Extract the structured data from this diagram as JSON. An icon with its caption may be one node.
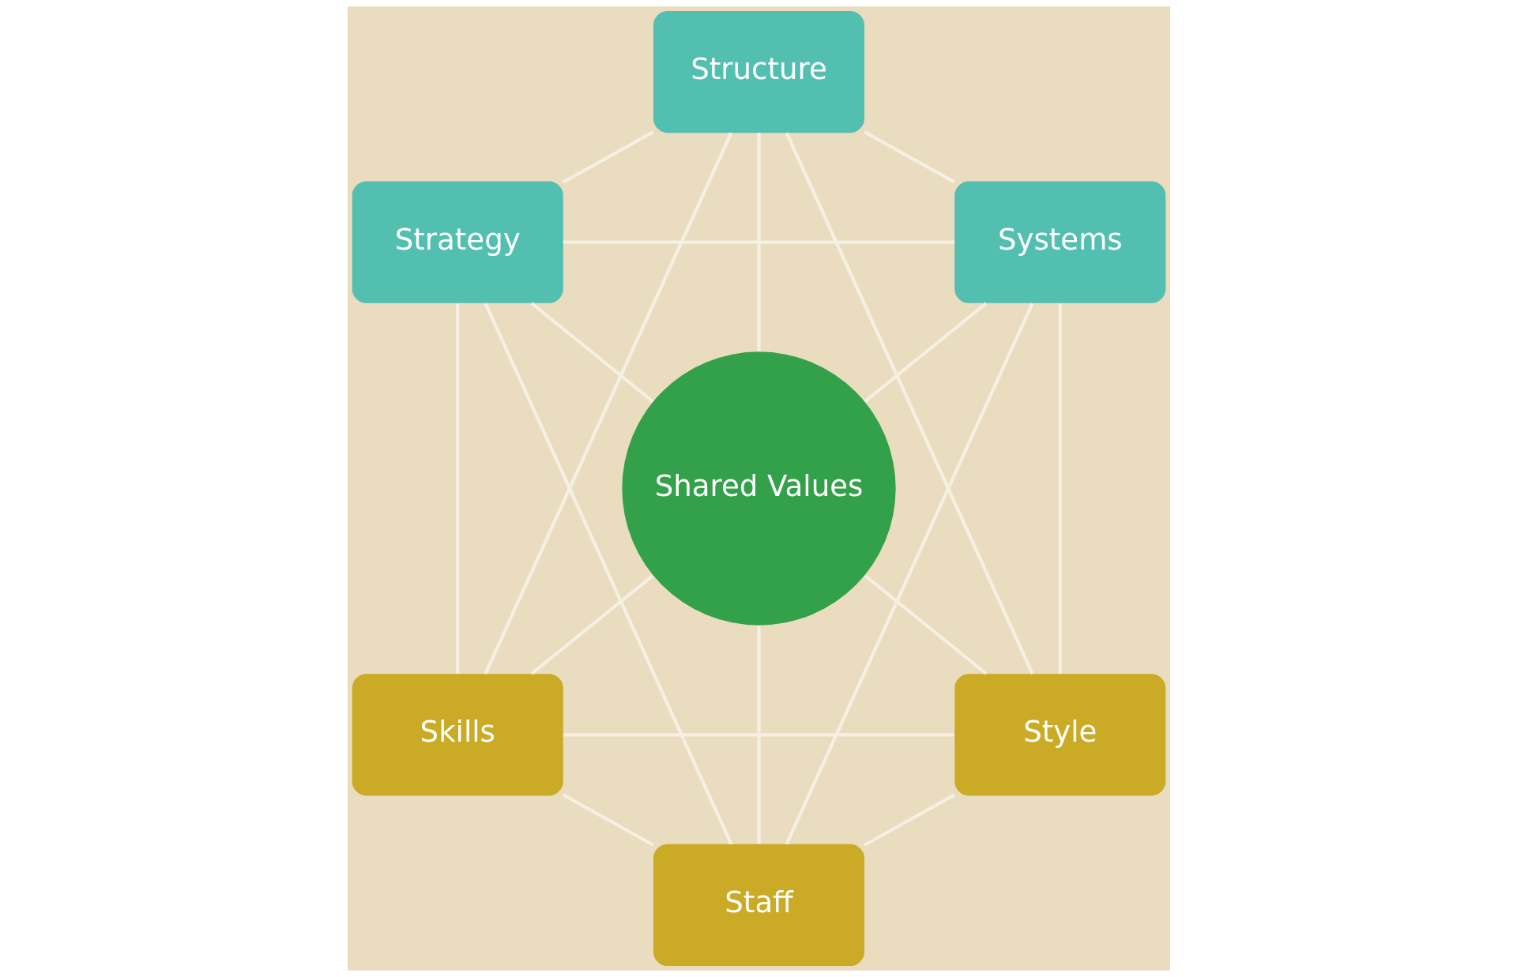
{
  "diagram": {
    "nodes": [
      {
        "text": [
          "Structure"
        ]
      },
      {
        "text": [
          "Strategy"
        ]
      },
      {
        "text": [
          "Systems"
        ]
      },
      {
        "text": [
          "Shared Values"
        ]
      },
      {
        "text": [
          "Skills"
        ]
      },
      {
        "text": [
          "Style"
        ]
      },
      {
        "text": [
          "Staff"
        ]
      }
    ],
    "edges": [
      {
        "from": 0,
        "to": 1,
        "arrow": "none"
      },
      {
        "from": 0,
        "to": 2,
        "arrow": "none"
      },
      {
        "from": 0,
        "to": 3,
        "arrow": "none"
      },
      {
        "from": 0,
        "to": 4,
        "arrow": "none"
      },
      {
        "from": 0,
        "to": 5,
        "arrow": "none"
      },
      {
        "from": 1,
        "to": 2,
        "arrow": "none"
      },
      {
        "from": 1,
        "to": 3,
        "arrow": "none"
      },
      {
        "from": 1,
        "to": 4,
        "arrow": "none"
      },
      {
        "from": 1,
        "to": 6,
        "arrow": "none"
      },
      {
        "from": 2,
        "to": 3,
        "arrow": "none"
      },
      {
        "from": 2,
        "to": 5,
        "arrow": "none"
      },
      {
        "from": 2,
        "to": 6,
        "arrow": "none"
      },
      {
        "from": 3,
        "to": 4,
        "arrow": "none"
      },
      {
        "from": 3,
        "to": 5,
        "arrow": "none"
      },
      {
        "from": 3,
        "to": 6,
        "arrow": "none"
      },
      {
        "from": 4,
        "to": 5,
        "arrow": "none"
      },
      {
        "from": 4,
        "to": 6,
        "arrow": "none"
      },
      {
        "from": 5,
        "to": 6,
        "arrow": "none"
      }
    ]
  }
}
